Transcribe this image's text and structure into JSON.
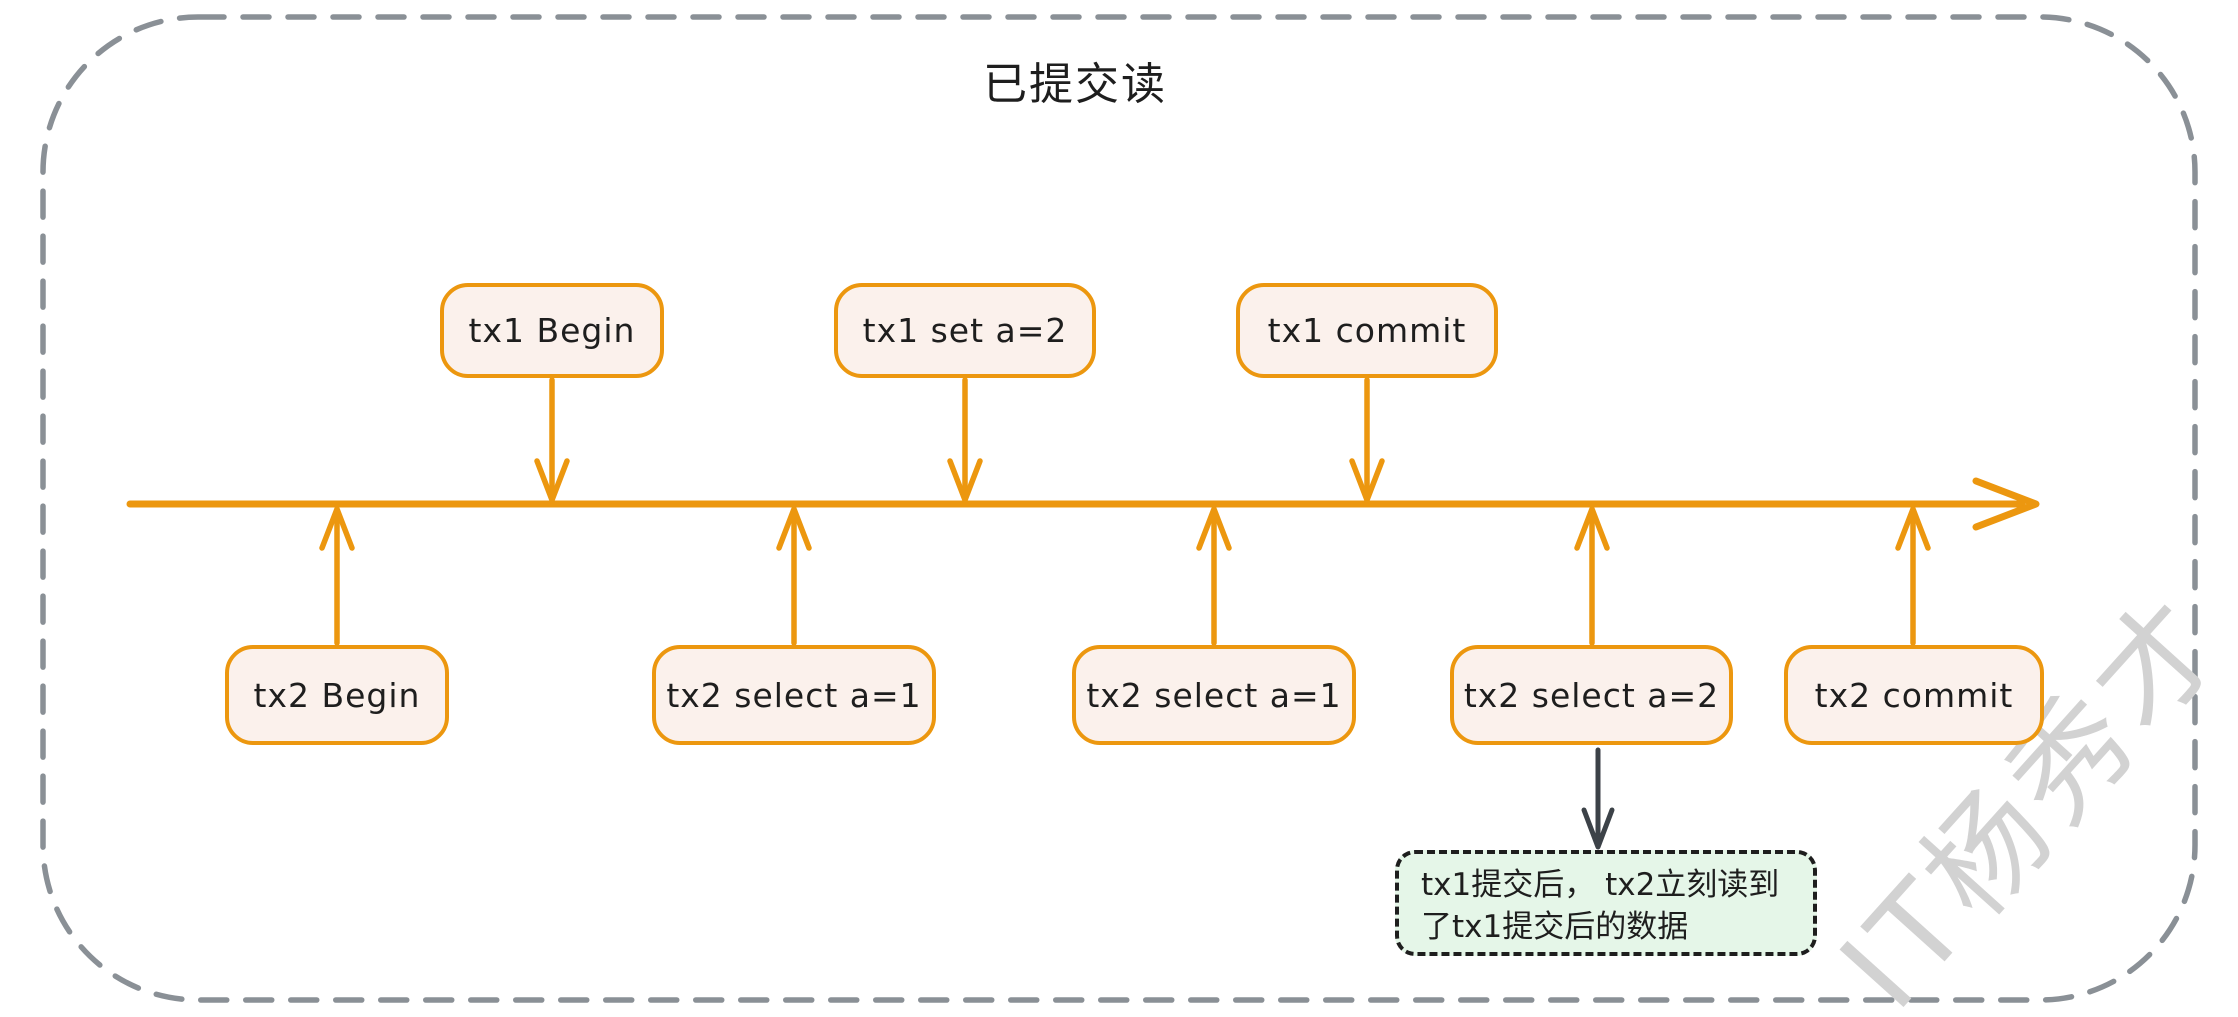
{
  "diagram": {
    "title": "已提交读",
    "tx1_events": [
      {
        "label": "tx1 Begin"
      },
      {
        "label": "tx1 set a=2"
      },
      {
        "label": "tx1 commit"
      }
    ],
    "tx2_events": [
      {
        "label": "tx2 Begin"
      },
      {
        "label": "tx2 select a=1"
      },
      {
        "label": "tx2 select a=1"
      },
      {
        "label": "tx2 select a=2"
      },
      {
        "label": "tx2 commit"
      }
    ],
    "note": {
      "line1": "tx1提交后， tx2立刻读到",
      "line2": "了tx1提交后的数据"
    },
    "watermark": "IT杨秀才",
    "colors": {
      "accent_orange": "#ec970f",
      "node_fill": "#fbf1ec",
      "note_fill": "#e5f6e8",
      "note_border": "#1e1e1e",
      "dark_arrow": "#3c4248",
      "outer_border": "#8a9096",
      "text": "#1e1e1e",
      "watermark_gray": "#d2d2d2"
    }
  }
}
